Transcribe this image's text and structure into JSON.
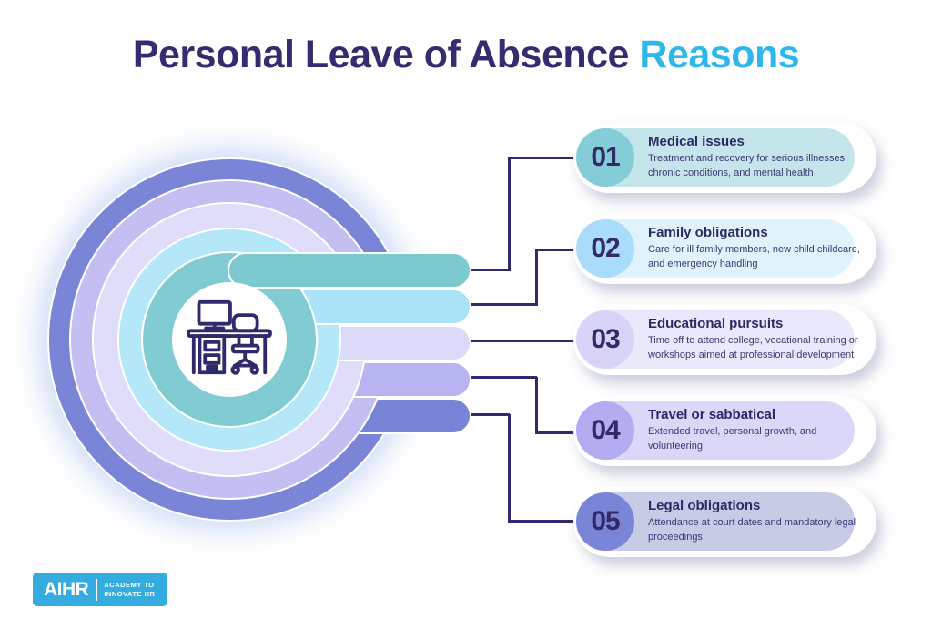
{
  "title": {
    "main": "Personal Leave of Absence ",
    "accent": "Reasons"
  },
  "colors": {
    "ink": "#2f2a6b",
    "title_main": "#372a70",
    "title_accent": "#2db7ea",
    "logo_bg": "#35ace0",
    "rings": [
      "#7b85d8",
      "#c3bff2",
      "#dfddf9",
      "#b4e8f8",
      "#81ccd2"
    ],
    "bars": [
      "#7cc9cf",
      "#abe3f8",
      "#dcdaf9",
      "#b8b3f1",
      "#7882d7"
    ]
  },
  "center_icon": "desk-workstation-icon",
  "cards": [
    {
      "num": "01",
      "title": "Medical issues",
      "desc": "Treatment and recovery for serious illnesses, chronic conditions, and mental health",
      "circle": "#84ccd6",
      "bg": "#c4e6ea"
    },
    {
      "num": "02",
      "title": "Family obligations",
      "desc": "Care for ill family members, new child childcare, and emergency handling",
      "circle": "#a9dcf8",
      "bg": "#e0f3fd"
    },
    {
      "num": "03",
      "title": "Educational pursuits",
      "desc": "Time off to attend college, vocational training or workshops aimed at professional development",
      "circle": "#d7d4f8",
      "bg": "#eae9fb"
    },
    {
      "num": "04",
      "title": "Travel or sabbatical",
      "desc": "Extended travel, personal growth, and volunteering",
      "circle": "#b2adf0",
      "bg": "#dad7f8"
    },
    {
      "num": "05",
      "title": "Legal obligations",
      "desc": "Attendance at court dates and mandatory legal proceedings",
      "circle": "#7b85d8",
      "bg": "#c7cbe6"
    }
  ],
  "logo": {
    "brand": "AIHR",
    "tagline_line1": "ACADEMY TO",
    "tagline_line2": "INNOVATE HR"
  }
}
